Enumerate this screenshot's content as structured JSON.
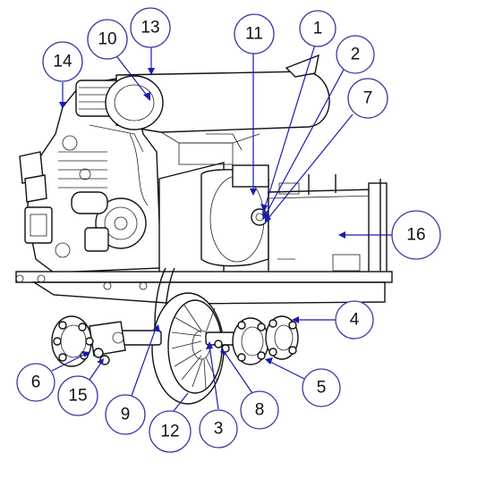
{
  "callouts": [
    {
      "id": "c1",
      "label": "1"
    },
    {
      "id": "c2",
      "label": "2"
    },
    {
      "id": "c3",
      "label": "3"
    },
    {
      "id": "c4",
      "label": "4"
    },
    {
      "id": "c5",
      "label": "5"
    },
    {
      "id": "c6",
      "label": "6"
    },
    {
      "id": "c7",
      "label": "7"
    },
    {
      "id": "c8",
      "label": "8"
    },
    {
      "id": "c9",
      "label": "9"
    },
    {
      "id": "c10",
      "label": "10"
    },
    {
      "id": "c11",
      "label": "11"
    },
    {
      "id": "c12",
      "label": "12"
    },
    {
      "id": "c13",
      "label": "13"
    },
    {
      "id": "c14",
      "label": "14"
    },
    {
      "id": "c15",
      "label": "15"
    },
    {
      "id": "c16",
      "label": "16"
    }
  ],
  "colors": {
    "leader": "#1a1ab0",
    "circle_stroke": "#3a3aa0",
    "line_art": "#111111"
  }
}
